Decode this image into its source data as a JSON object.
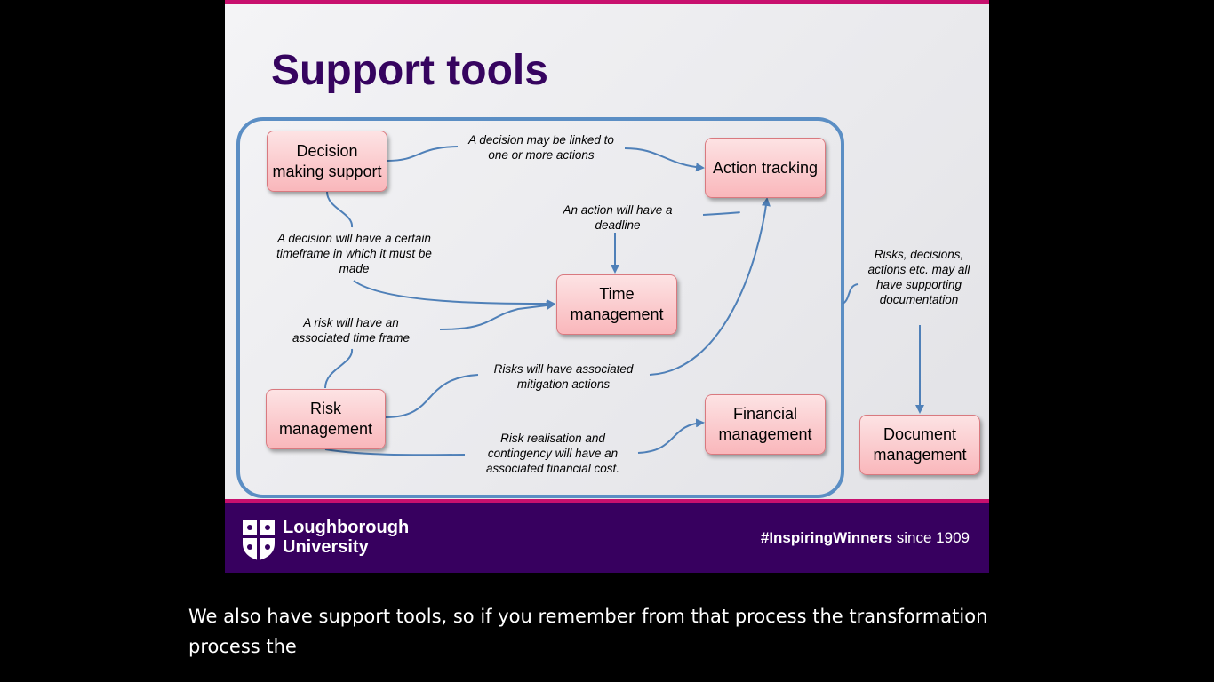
{
  "slide": {
    "title": "Support tools",
    "nodes": {
      "decision": "Decision making support",
      "action": "Action tracking",
      "time": "Time management",
      "risk": "Risk management",
      "financial": "Financial management",
      "document": "Document management"
    },
    "notes": {
      "decision_action": "A decision may be linked to one or more actions",
      "action_deadline": "An action will have a deadline",
      "decision_timeframe": "A decision will have a certain timeframe in which it must be made",
      "risk_timeframe": "A risk will have an associated time frame",
      "risk_mitigation": "Risks will have associated mitigation actions",
      "risk_financial": "Risk realisation and contingency will have an associated financial cost.",
      "documentation": "Risks, decisions, actions etc. may all have supporting documentation"
    },
    "colors": {
      "accent": "#c8106e",
      "brand": "#37005f",
      "frame": "#5b8ec4",
      "arrow": "#4f80b8"
    }
  },
  "footer": {
    "university_line1": "Loughborough",
    "university_line2": "University",
    "hashtag": "#InspiringWinners",
    "since": "since 1909"
  },
  "caption": "We also have support tools, so if you remember from that process the transformation process the"
}
